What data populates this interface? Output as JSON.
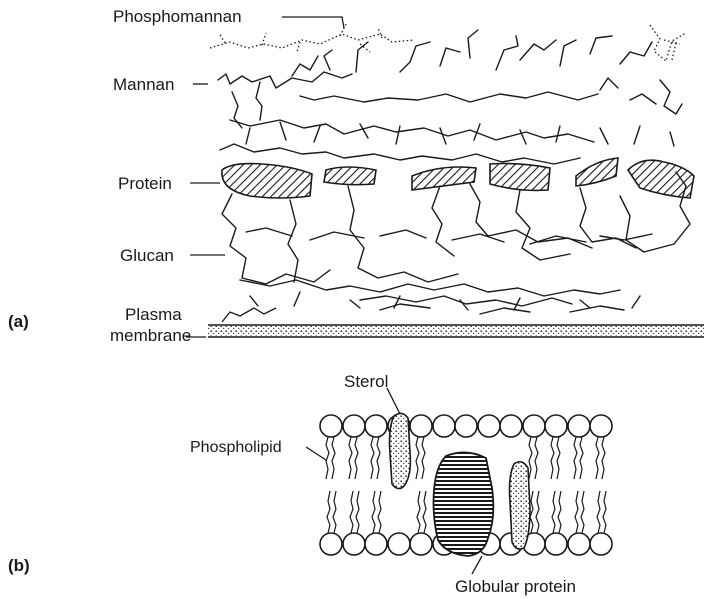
{
  "panel_a": {
    "tag": "(a)",
    "labels": {
      "phosphomannan": "Phosphomannan",
      "mannan": "Mannan",
      "protein": "Protein",
      "glucan": "Glucan",
      "plasma_line1": "Plasma",
      "plasma_line2": "membrane"
    }
  },
  "panel_b": {
    "tag": "(b)",
    "labels": {
      "sterol": "Sterol",
      "phospholipid": "Phospholipid",
      "globular_protein": "Globular  protein"
    }
  },
  "colors": {
    "ink": "#1a1a1a",
    "background": "#ffffff"
  }
}
